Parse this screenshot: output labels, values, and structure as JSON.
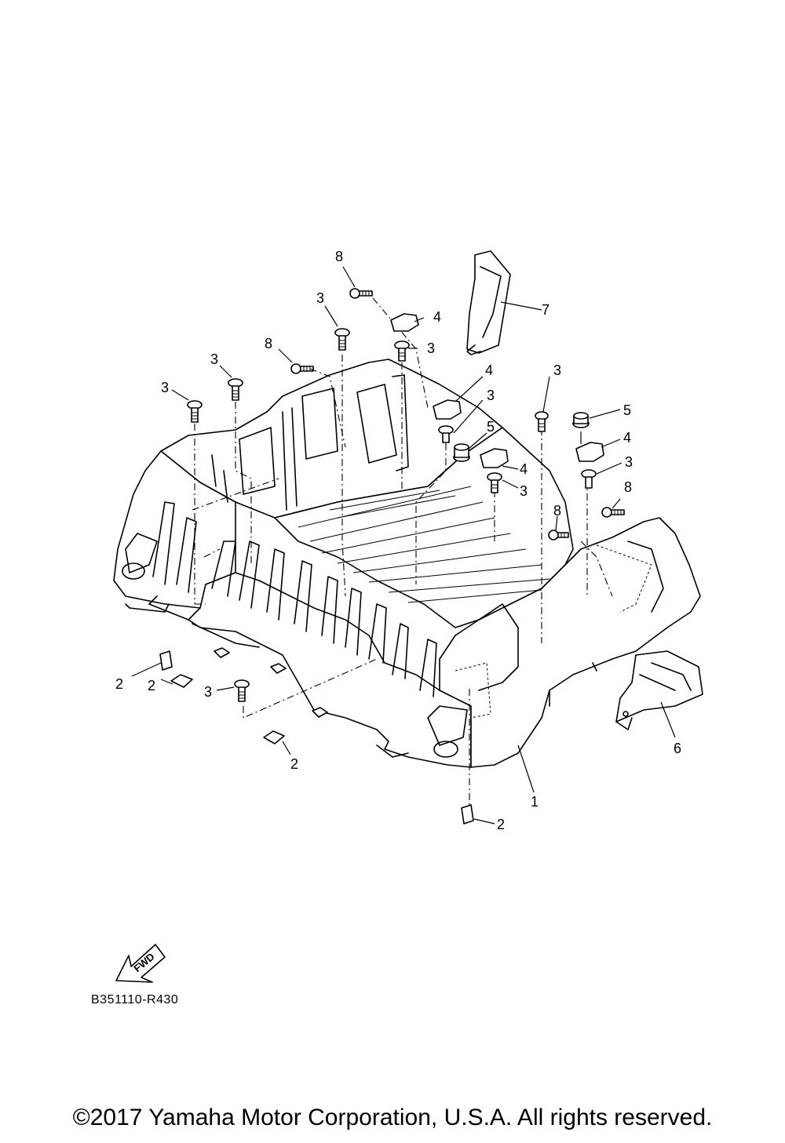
{
  "diagram": {
    "code": "B351110-R430",
    "copyright": "©2017 Yamaha Motor Corporation, U.S.A. All rights reserved.",
    "fwd_label": "FWD",
    "callouts": {
      "c8a": "8",
      "c3a": "3",
      "c4a": "4",
      "c3b": "3",
      "c7": "7",
      "c8b": "8",
      "c3c": "3",
      "c3d": "3",
      "c4b": "4",
      "c3e": "3",
      "c5a": "5",
      "c3f": "3",
      "c5b": "5",
      "c4c": "4",
      "c3g": "3",
      "c4d": "4",
      "c3h": "3",
      "c8c": "8",
      "c8d": "8",
      "c2a": "2",
      "c2b": "2",
      "c3i": "3",
      "c2c": "2",
      "c2d": "2",
      "c1": "1",
      "c6": "6"
    }
  }
}
